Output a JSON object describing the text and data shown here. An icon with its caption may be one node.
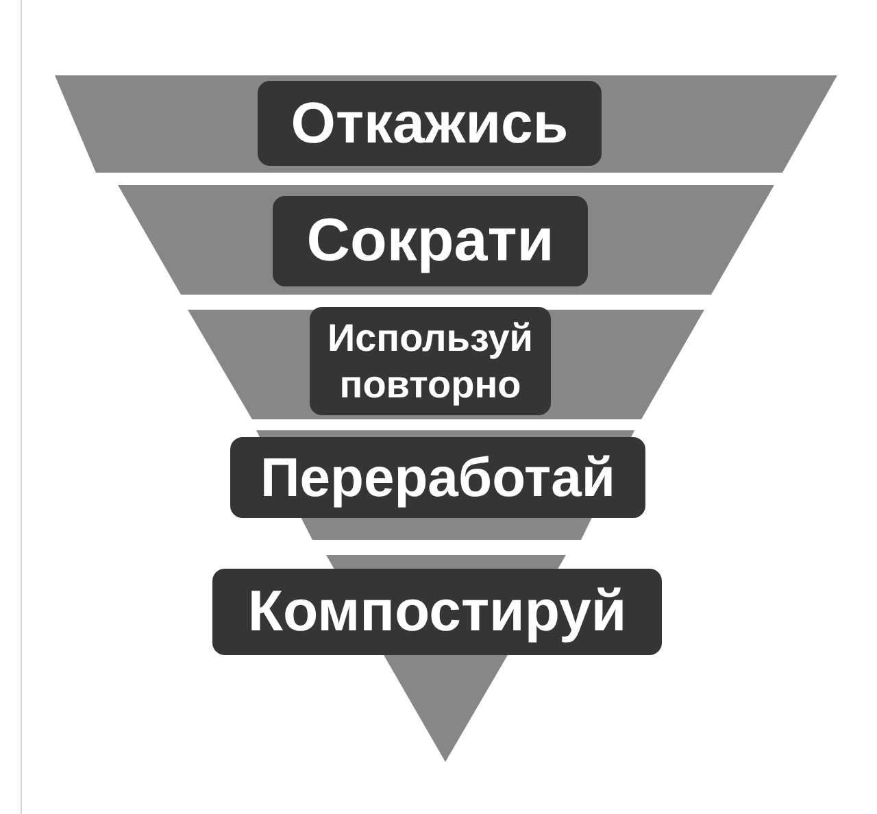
{
  "diagram": {
    "nodes": [
      {
        "text": [
          "Откажись"
        ]
      },
      {
        "text": [
          "Сократи"
        ]
      },
      {
        "text": [
          "Используй повторно"
        ]
      },
      {
        "text": [
          "Переработай"
        ]
      },
      {
        "text": [
          "Компостируй"
        ]
      }
    ]
  }
}
